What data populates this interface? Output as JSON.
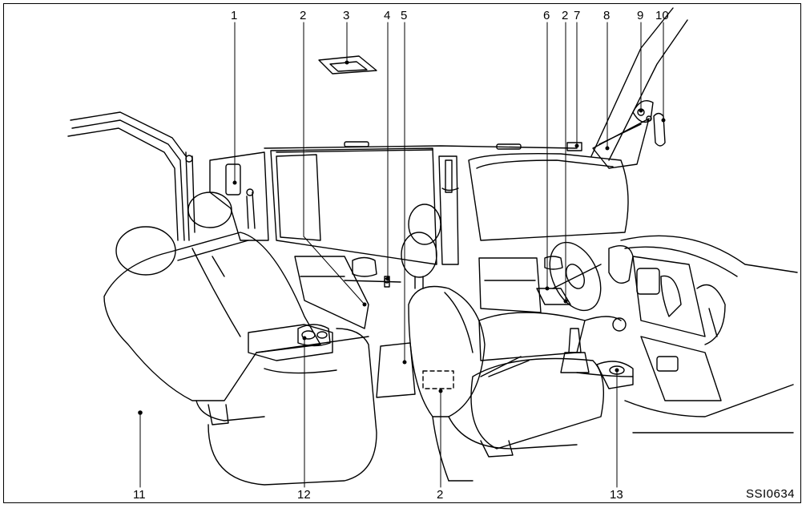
{
  "figure": {
    "reference_code": "SSI0634",
    "callouts": [
      {
        "id": "c1",
        "label": "1"
      },
      {
        "id": "c2a",
        "label": "2"
      },
      {
        "id": "c3",
        "label": "3"
      },
      {
        "id": "c4",
        "label": "4"
      },
      {
        "id": "c5",
        "label": "5"
      },
      {
        "id": "c6",
        "label": "6"
      },
      {
        "id": "c2b",
        "label": "2"
      },
      {
        "id": "c7",
        "label": "7"
      },
      {
        "id": "c8",
        "label": "8"
      },
      {
        "id": "c9",
        "label": "9"
      },
      {
        "id": "c10",
        "label": "10"
      },
      {
        "id": "c11",
        "label": "11"
      },
      {
        "id": "c12",
        "label": "12"
      },
      {
        "id": "c2c",
        "label": "2"
      },
      {
        "id": "c13",
        "label": "13"
      }
    ]
  }
}
